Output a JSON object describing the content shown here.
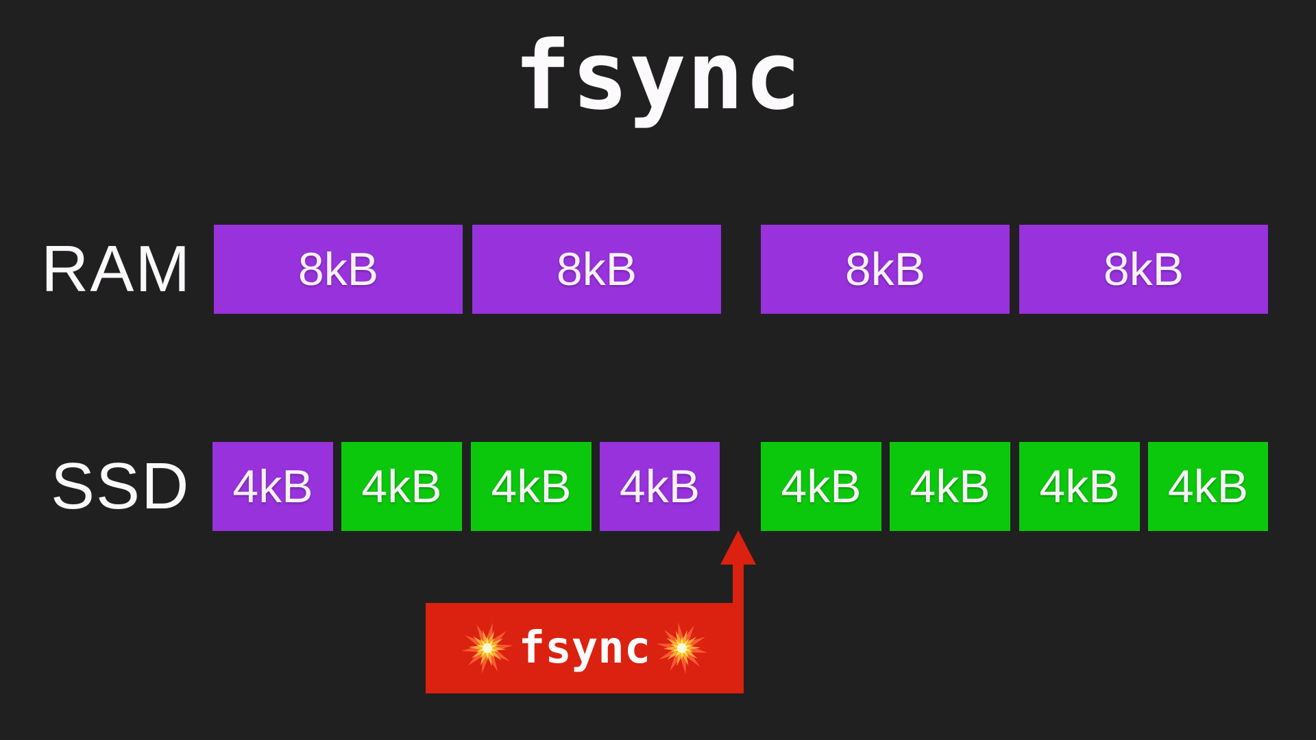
{
  "title": "fsync",
  "colors": {
    "background": "#202021",
    "page_purple": "#9832dc",
    "block_green": "#0cc80c",
    "callout_red": "#db2110",
    "text_white": "#faf7fa"
  },
  "icons": {
    "collision": "collision-burst (💥)",
    "arrow": "up-arrow"
  },
  "ram": {
    "label": "RAM",
    "boxes": [
      {
        "label": "8kB",
        "color": "purple"
      },
      {
        "label": "8kB",
        "color": "purple"
      },
      {
        "label": "8kB",
        "color": "purple"
      },
      {
        "label": "8kB",
        "color": "purple"
      }
    ]
  },
  "ssd": {
    "label": "SSD",
    "boxes": [
      {
        "label": "4kB",
        "color": "purple"
      },
      {
        "label": "4kB",
        "color": "green"
      },
      {
        "label": "4kB",
        "color": "green"
      },
      {
        "label": "4kB",
        "color": "purple"
      },
      {
        "label": "4kB",
        "color": "green"
      },
      {
        "label": "4kB",
        "color": "green"
      },
      {
        "label": "4kB",
        "color": "green"
      },
      {
        "label": "4kB",
        "color": "green"
      }
    ]
  },
  "callout": {
    "label": "fsync"
  }
}
